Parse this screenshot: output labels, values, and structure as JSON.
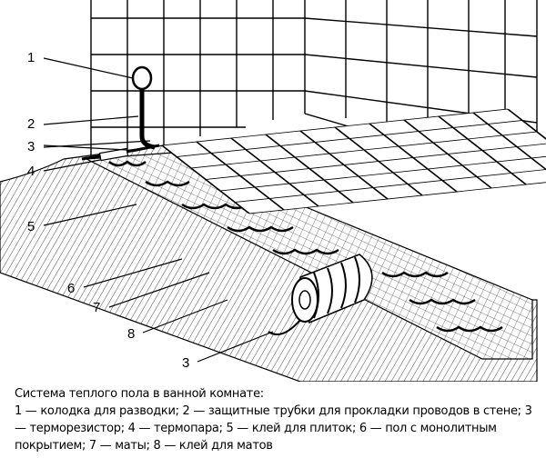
{
  "figure": {
    "callouts": [
      "1",
      "2",
      "3",
      "4",
      "5",
      "6",
      "7",
      "8",
      "3"
    ]
  },
  "caption": {
    "title": "Система теплого пола в ванной комнате:",
    "body": "1 — колодка для разводки; 2 — защитные трубки для прокладки проводов в стене; 3 — терморезистор; 4 — термопара; 5 — клей для плиток; 6 — пол с монолитным покрытием; 7 — маты; 8 — клей для матов"
  },
  "colors": {
    "ink": "#000000",
    "background": "#ffffff"
  }
}
